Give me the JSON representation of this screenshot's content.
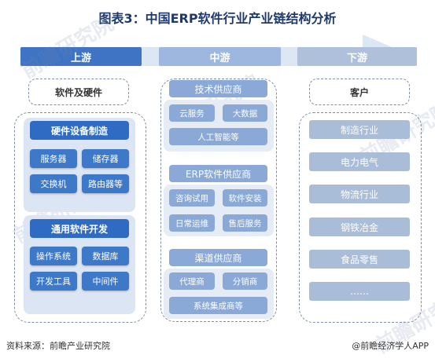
{
  "title": "图表3：中国ERP软件行业产业链结构分析",
  "phases": {
    "upstream": "上游",
    "midstream": "中游",
    "downstream": "下游"
  },
  "upstream": {
    "category": "软件及硬件",
    "hardware": {
      "title": "硬件设备制造",
      "items": [
        "服务器",
        "储存器",
        "交换机",
        "路由器等"
      ]
    },
    "software": {
      "title": "通用软件开发",
      "items": [
        "操作系统",
        "数据库",
        "开发工具",
        "中间件"
      ]
    }
  },
  "midstream": {
    "tech": {
      "title": "技术供应商",
      "items": [
        "云服务",
        "大数据",
        "人工智能等"
      ]
    },
    "erp": {
      "title": "ERP软件供应商",
      "items": [
        "咨询试用",
        "软件安装",
        "日常运维",
        "售后服务"
      ]
    },
    "channel": {
      "title": "渠道供应商",
      "items": [
        "代理商",
        "分销商",
        "系统集成商等"
      ]
    }
  },
  "downstream": {
    "category": "客户",
    "items": [
      "制造行业",
      "电力电气",
      "物流行业",
      "钢铁冶金",
      "食品零售",
      "……"
    ]
  },
  "footer": {
    "source": "资料来源：前瞻产业研究院",
    "brand": "@前瞻经济学人APP"
  },
  "colors": {
    "upstream_phase": "#3f73c4",
    "mid_phase": "#9db7de",
    "down_phase": "#aec0da",
    "hardware_box": "#3e78c9",
    "mid_box": "#8aa9d6",
    "right_box": "#aabdd8"
  }
}
